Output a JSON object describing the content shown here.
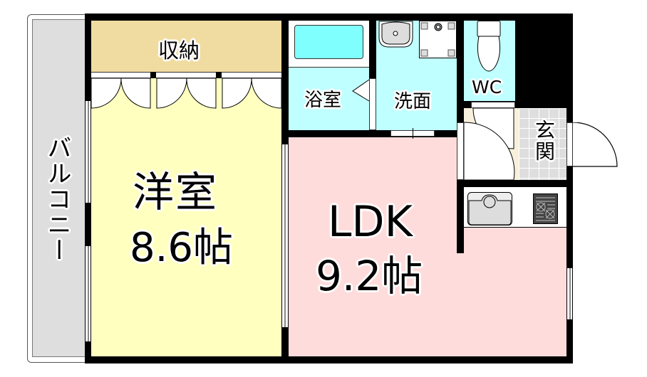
{
  "floorplan": {
    "rooms": {
      "balcony": {
        "label": "バルコニー",
        "color": "#dedede"
      },
      "storage": {
        "label": "収納",
        "color": "#f0dca0"
      },
      "western_room": {
        "label": "洋室",
        "size": "8.6帖",
        "color": "#ffffc0"
      },
      "ldk": {
        "label": "LDK",
        "size": "9.2帖",
        "color": "#ffdcdc"
      },
      "bathroom": {
        "label": "浴室",
        "color": "#c0ffff"
      },
      "washroom": {
        "label": "洗面",
        "color": "#c0ffff"
      },
      "wc": {
        "label": "WC",
        "color": "#c0ffff"
      },
      "entrance": {
        "label": "玄関",
        "color": "#dedede"
      },
      "hallway": {
        "color": "#f8f0dc"
      }
    },
    "fixtures": [
      "bathtub",
      "wash-basin",
      "washing-machine-pan",
      "toilet",
      "kitchen-sink",
      "gas-stove"
    ],
    "colors": {
      "wall": "#000000",
      "window": "#ffffff"
    }
  }
}
